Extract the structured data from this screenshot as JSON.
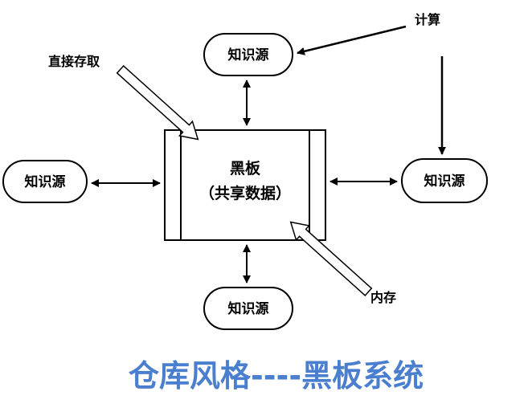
{
  "diagram": {
    "blackboard": {
      "line1": "黑板",
      "line2": "（共享数据）"
    },
    "knowledge_sources": {
      "top": "知识源",
      "left": "知识源",
      "right": "知识源",
      "bottom": "知识源"
    },
    "labels": {
      "direct_access": "直接存取",
      "compute": "计算",
      "memory": "内存"
    }
  },
  "caption": "仓库风格----黑板系统",
  "colors": {
    "caption": "#4a7fcf",
    "lines": "#000000"
  }
}
